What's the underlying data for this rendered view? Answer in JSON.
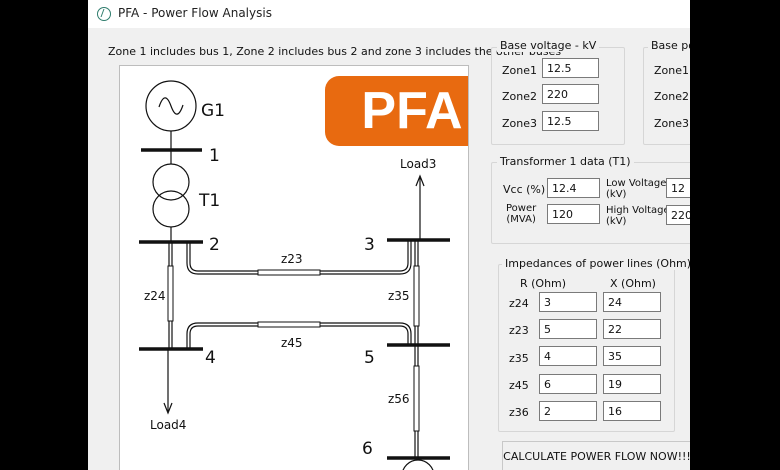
{
  "window": {
    "title": "PFA - Power Flow Analysis"
  },
  "zone_info": "Zone 1 includes bus 1, Zone 2 includes bus 2 and zone 3 includes the other buses",
  "logo": "PFA",
  "diagram": {
    "generator": "G1",
    "transformer": "T1",
    "buses": [
      "1",
      "2",
      "3",
      "4",
      "5",
      "6"
    ],
    "loads": {
      "load3": "Load3",
      "load4": "Load4"
    },
    "lines": {
      "z23": "z23",
      "z24": "z24",
      "z35": "z35",
      "z45": "z45",
      "z56": "z56"
    }
  },
  "base_voltage": {
    "title": "Base voltage - kV",
    "rows": [
      {
        "label": "Zone1",
        "value": "12.5"
      },
      {
        "label": "Zone2",
        "value": "220"
      },
      {
        "label": "Zone3",
        "value": "12.5"
      }
    ]
  },
  "base_power": {
    "title": "Base pow",
    "rows": [
      {
        "label": "Zone1"
      },
      {
        "label": "Zone2"
      },
      {
        "label": "Zone3"
      }
    ]
  },
  "transformer": {
    "title": "Transformer 1 data (T1)",
    "vcc_label": "Vcc (%)",
    "vcc_value": "12.4",
    "power_label_1": "Power",
    "power_label_2": "(MVA)",
    "power_value": "120",
    "low_label_1": "Low Voltage",
    "low_label_2": "(kV)",
    "low_value": "12",
    "high_label_1": "High Voltage",
    "high_label_2": "(kV)",
    "high_value": "220"
  },
  "impedances": {
    "title": "Impedances of power lines (Ohm)",
    "col_r": "R (Ohm)",
    "col_x": "X (Ohm)",
    "rows": [
      {
        "label": "z24",
        "r": "3",
        "x": "24"
      },
      {
        "label": "z23",
        "r": "5",
        "x": "22"
      },
      {
        "label": "z35",
        "r": "4",
        "x": "35"
      },
      {
        "label": "z45",
        "r": "6",
        "x": "19"
      },
      {
        "label": "z36",
        "r": "2",
        "x": "16"
      }
    ]
  },
  "calculate_button": "CALCULATE POWER FLOW NOW!!!"
}
